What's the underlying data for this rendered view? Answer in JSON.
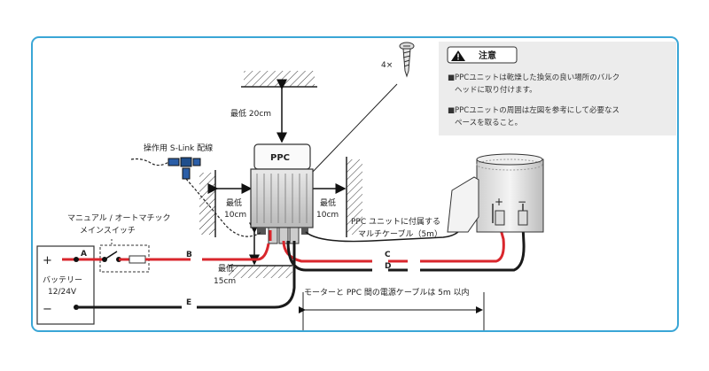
{
  "colors": {
    "frame_border": "#3aa6d6",
    "caution_bg": "#ececec",
    "red_cable": "#d9262c",
    "black_cable": "#1a1a1a"
  },
  "caution": {
    "title": "注意",
    "line1a": "■PPCユニットは乾燥した換気の良い場所のバルク",
    "line1b": "ヘッドに取り付けます。",
    "line2a": "■PPCユニットの周囲は左図を参考にして必要なス",
    "line2b": "ペースを取ること。"
  },
  "screw": {
    "qty": "4×",
    "icon": "screw-icon"
  },
  "ppc": {
    "label": "PPC"
  },
  "clearance": {
    "top": "最低 20cm",
    "left_a": "最低",
    "left_b": "10cm",
    "right_a": "最低",
    "right_b": "10cm",
    "bottom_a": "最低",
    "bottom_b": "15cm"
  },
  "slink": {
    "label": "操作用 S-Link 配線"
  },
  "switch": {
    "line1": "マニュアル / オートマチック",
    "line2": "メインスイッチ"
  },
  "battery": {
    "plus": "+",
    "minus": "−",
    "line1": "バッテリー",
    "line2": "12/24V"
  },
  "cable_letters": {
    "a": "A",
    "b": "B",
    "c": "C",
    "d": "D",
    "e": "E"
  },
  "multi_cable": {
    "line1": "PPC ユニットに付属する",
    "line2": "マルチケーブル（5m）"
  },
  "motor": {
    "plus": "+",
    "minus": "−"
  },
  "dimension": {
    "label": "モーターと PPC 間の電源ケーブルは 5m 以内"
  }
}
